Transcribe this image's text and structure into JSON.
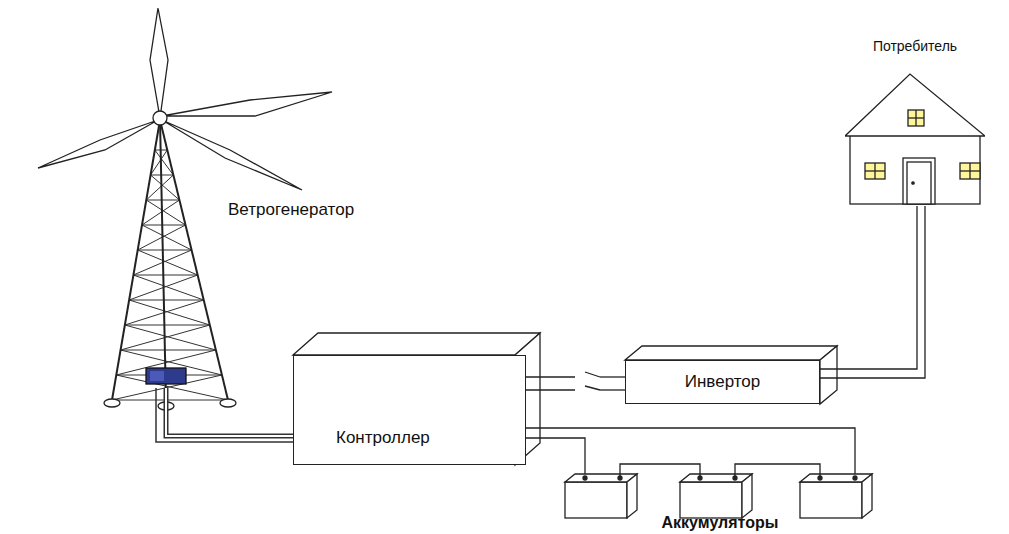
{
  "diagram": {
    "nodes": [
      {
        "text": [
          "Ветрогенератор"
        ]
      },
      {
        "text": [
          "Контроллер"
        ]
      },
      {
        "text": [
          "Инвертор"
        ]
      },
      {
        "text": [
          "Потребитель"
        ]
      },
      {
        "text": [
          "Аккумуляторы"
        ]
      }
    ],
    "edges": [
      {
        "from": 0,
        "to": 1,
        "arrow": "none"
      },
      {
        "from": 1,
        "to": 2,
        "arrow": "none"
      },
      {
        "from": 2,
        "to": 3,
        "arrow": "none"
      },
      {
        "from": 1,
        "to": 4,
        "arrow": "none"
      }
    ]
  }
}
